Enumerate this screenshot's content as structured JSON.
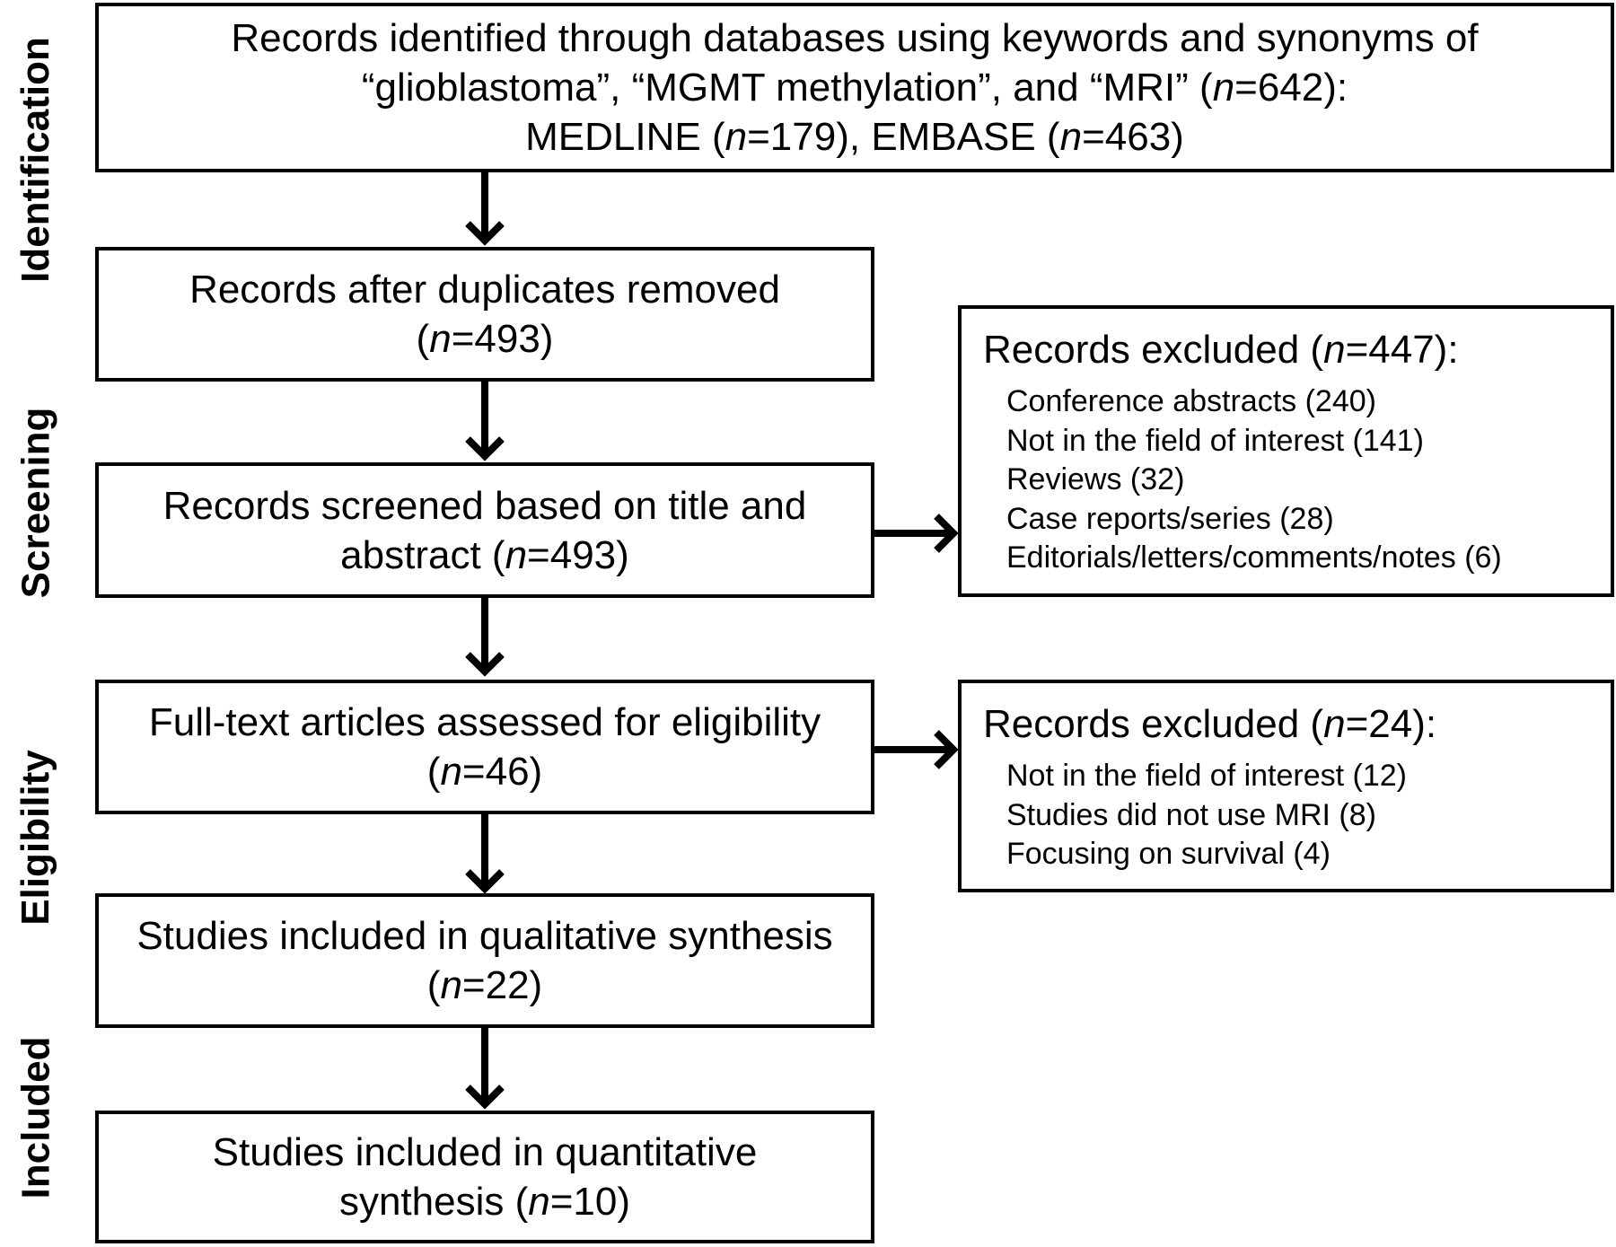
{
  "stages": {
    "identification": "Identification",
    "screening": "Screening",
    "eligibility": "Eligibility",
    "included": "Included"
  },
  "n_symbol": "n",
  "boxes": {
    "identified": {
      "line1": "Records identified through databases using keywords and synonyms of",
      "line2_pre": "“glioblastoma”, “MGMT methylation”, and “MRI” (",
      "line2_post": "=642):",
      "line3_pre": "MEDLINE (",
      "line3_mid": "=179), EMBASE (",
      "line3_post": "=463)"
    },
    "duplicates": {
      "line1": "Records after duplicates removed",
      "line2_pre": "(",
      "line2_post": "=493)"
    },
    "screened": {
      "line1": "Records screened based on title and",
      "line2_pre": "abstract (",
      "line2_post": "=493)"
    },
    "fulltext": {
      "line1": "Full-text articles assessed for eligibility",
      "line2_pre": "(",
      "line2_post": "=46)"
    },
    "qualitative": {
      "line1": "Studies included in qualitative synthesis",
      "line2_pre": "(",
      "line2_post": "=22)"
    },
    "quantitative": {
      "line1": "Studies included in quantitative",
      "line2_pre": "synthesis (",
      "line2_post": "=10)"
    }
  },
  "excluded_screening": {
    "head_pre": "Records excluded (",
    "head_post": "=447):",
    "items": [
      "Conference abstracts (240)",
      "Not in the field of interest (141)",
      "Reviews (32)",
      "Case reports/series (28)",
      "Editorials/letters/comments/notes (6)"
    ]
  },
  "excluded_eligibility": {
    "head_pre": "Records excluded (",
    "head_post": "=24):",
    "items": [
      "Not in the field of interest (12)",
      "Studies did not use MRI (8)",
      "Focusing on survival (4)"
    ]
  }
}
